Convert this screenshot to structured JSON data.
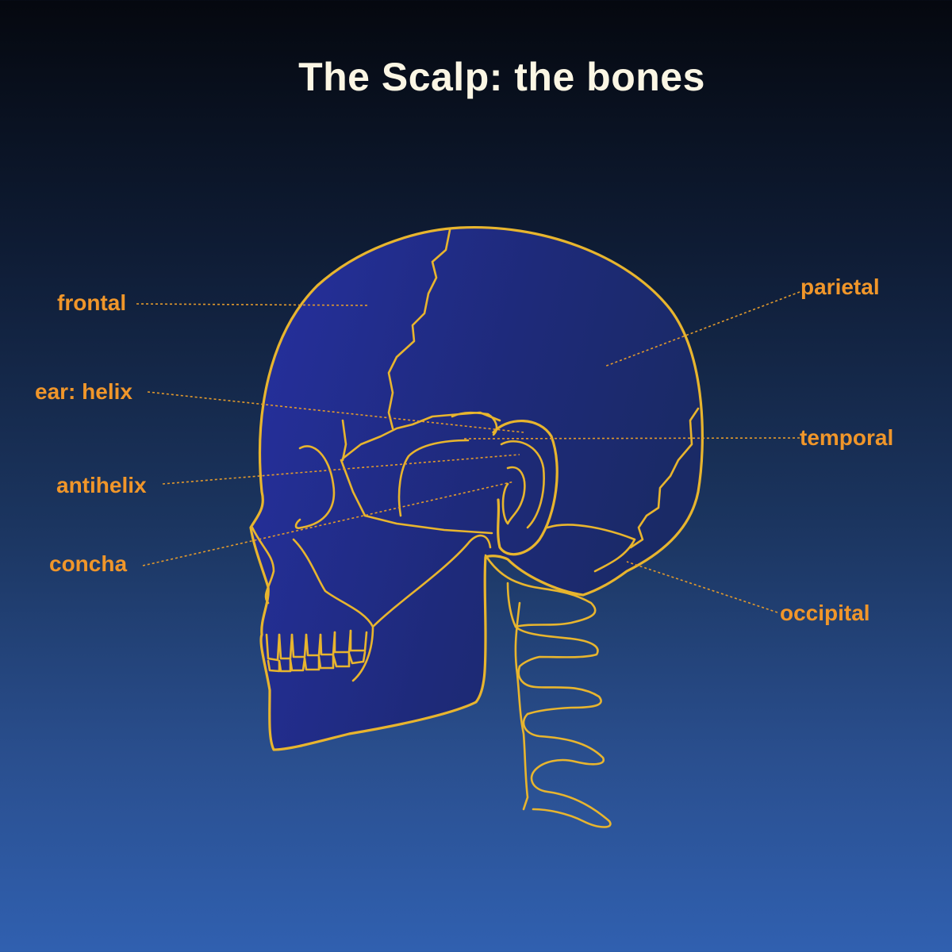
{
  "title": "The Scalp: the bones",
  "colors": {
    "background_top": "#05080f",
    "background_bottom": "#3060b0",
    "skull_fill": "#1e2a80",
    "outline": "#e8b52e",
    "label": "#f0962a",
    "title": "#fbf6e4"
  },
  "labels": {
    "frontal": "frontal",
    "ear_helix": "ear: helix",
    "antihelix": "antihelix",
    "concha": "concha",
    "parietal": "parietal",
    "temporal": "temporal",
    "occipital": "occipital"
  }
}
